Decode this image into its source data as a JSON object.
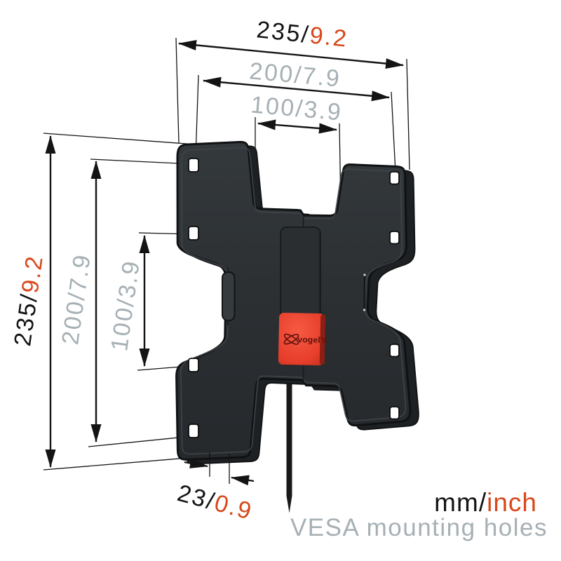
{
  "colors": {
    "ink": "#141414",
    "accent": "#d8481c",
    "muted": "#a6b0b5",
    "body": "#2d3134",
    "badge": "#ee4130",
    "hole": "#ffffff"
  },
  "dimensions": {
    "top_width": {
      "mm": "235/",
      "inch": "9.2"
    },
    "top_outer": {
      "label": "200/7.9"
    },
    "top_inner": {
      "label": "100/3.9"
    },
    "side_height": {
      "mm": "235/",
      "inch": "9.2"
    },
    "side_outer": {
      "label": "200/7.9"
    },
    "side_inner": {
      "label": "100/3.9"
    },
    "depth": {
      "mm": "23/",
      "inch": "0.9"
    }
  },
  "legend": {
    "units_mm": "mm/",
    "units_inch": "inch",
    "caption": "VESA mounting holes"
  },
  "brand": {
    "name": "vogel's"
  }
}
